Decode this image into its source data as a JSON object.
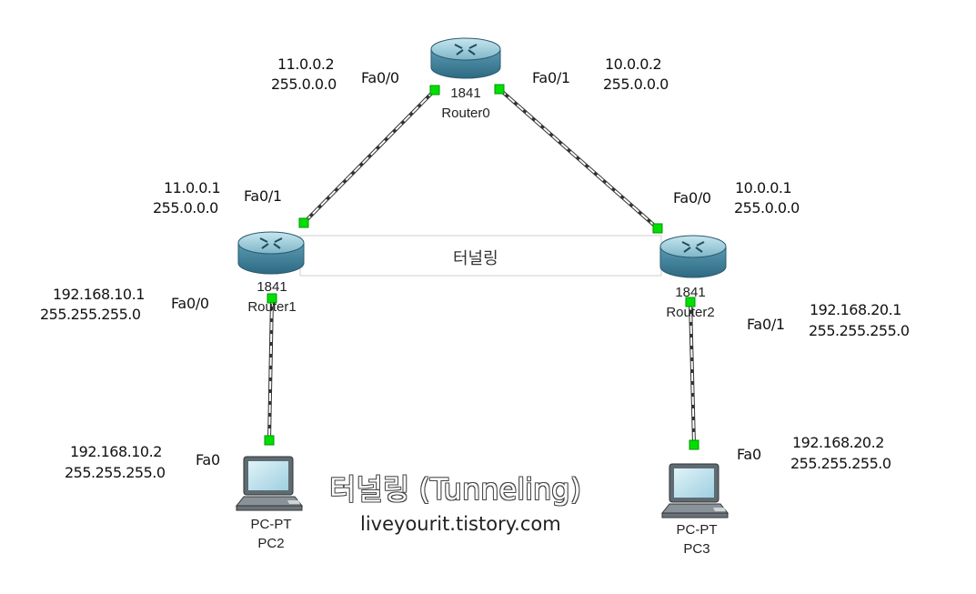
{
  "title": "터널링 (Tunneling)",
  "subtitle": "liveyourit.tistory.com",
  "tunnel_label": "터널링",
  "devices": {
    "router0": {
      "model": "1841",
      "name": "Router0"
    },
    "router1": {
      "model": "1841",
      "name": "Router1"
    },
    "router2": {
      "model": "1841",
      "name": "Router2"
    },
    "pc2": {
      "model": "PC-PT",
      "name": "PC2"
    },
    "pc3": {
      "model": "PC-PT",
      "name": "PC3"
    }
  },
  "interfaces": {
    "r0_fa00": {
      "port": "Fa0/0",
      "ip": "11.0.0.2",
      "mask": "255.0.0.0"
    },
    "r0_fa01": {
      "port": "Fa0/1",
      "ip": "10.0.0.2",
      "mask": "255.0.0.0"
    },
    "r1_fa01": {
      "port": "Fa0/1",
      "ip": "11.0.0.1",
      "mask": "255.0.0.0"
    },
    "r1_fa00": {
      "port": "Fa0/0",
      "ip": "192.168.10.1",
      "mask": "255.255.255.0"
    },
    "r2_fa00": {
      "port": "Fa0/0",
      "ip": "10.0.0.1",
      "mask": "255.0.0.0"
    },
    "r2_fa01": {
      "port": "Fa0/1",
      "ip": "192.168.20.1",
      "mask": "255.255.255.0"
    },
    "pc2_fa0": {
      "port": "Fa0",
      "ip": "192.168.10.2",
      "mask": "255.255.255.0"
    },
    "pc3_fa0": {
      "port": "Fa0",
      "ip": "192.168.20.2",
      "mask": "255.255.255.0"
    }
  },
  "colors": {
    "link_dot": "#00e000",
    "router_body": "#4a8fa8",
    "router_top": "#9fd0e0",
    "tunnel_box": "#d0d0d0"
  }
}
